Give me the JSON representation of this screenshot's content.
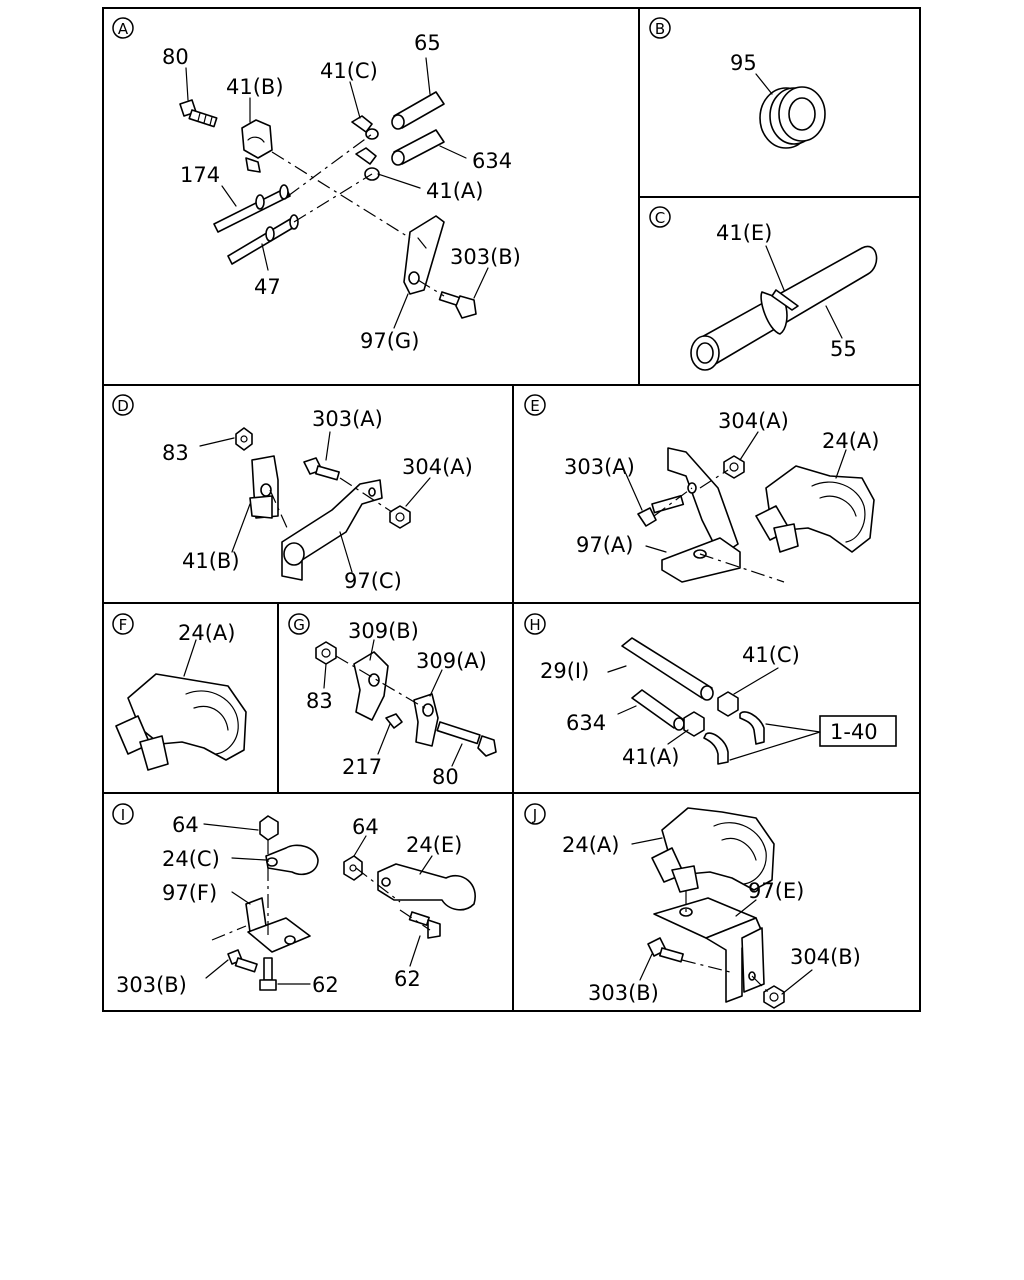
{
  "sections": [
    {
      "id": "A",
      "labels": [
        "80",
        "41(B)",
        "41(C)",
        "65",
        "634",
        "41(A)",
        "174",
        "47",
        "303(B)",
        "97(G)"
      ]
    },
    {
      "id": "B",
      "labels": [
        "95"
      ]
    },
    {
      "id": "C",
      "labels": [
        "41(E)",
        "55"
      ]
    },
    {
      "id": "D",
      "labels": [
        "83",
        "303(A)",
        "304(A)",
        "41(B)",
        "97(C)"
      ]
    },
    {
      "id": "E",
      "labels": [
        "304(A)",
        "24(A)",
        "303(A)",
        "97(A)"
      ]
    },
    {
      "id": "F",
      "labels": [
        "24(A)"
      ]
    },
    {
      "id": "G",
      "labels": [
        "309(B)",
        "309(A)",
        "83",
        "217",
        "80"
      ]
    },
    {
      "id": "H",
      "labels": [
        "41(C)",
        "29(I)",
        "634",
        "41(A)",
        "1-40"
      ]
    },
    {
      "id": "I",
      "labels": [
        "64",
        "24(C)",
        "97(F)",
        "64",
        "24(E)",
        "303(B)",
        "62",
        "62"
      ]
    },
    {
      "id": "J",
      "labels": [
        "24(A)",
        "97(E)",
        "304(B)",
        "303(B)"
      ]
    }
  ]
}
